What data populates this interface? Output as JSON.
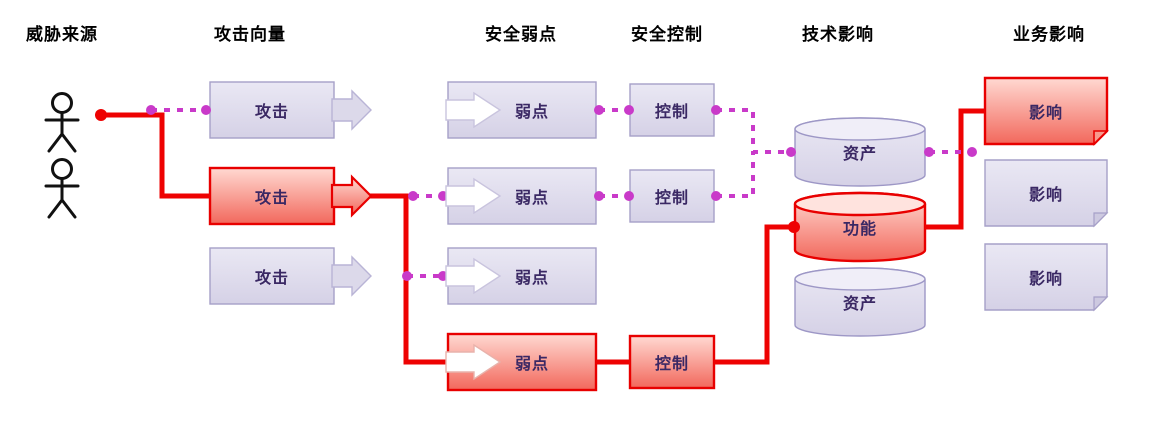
{
  "headers": [
    "威胁来源",
    "攻击向量",
    "安全弱点",
    "安全控制",
    "技术影响",
    "业务影响"
  ],
  "nodes": {
    "attacks": [
      "攻击",
      "攻击",
      "攻击"
    ],
    "weaknesses": [
      "弱点",
      "弱点",
      "弱点",
      "弱点"
    ],
    "controls": [
      "控制",
      "控制",
      "控制"
    ],
    "technical": [
      "资产",
      "功能",
      "资产"
    ],
    "business": [
      "影响",
      "影响",
      "影响"
    ]
  },
  "colors": {
    "attack_path": "#ee0202",
    "dashed_link": "#c93ac9",
    "node_fill": "#dcd9ea",
    "node_border": "#a6a0c8",
    "highlight_border": "#e80000",
    "label_text": "#3a2864"
  }
}
